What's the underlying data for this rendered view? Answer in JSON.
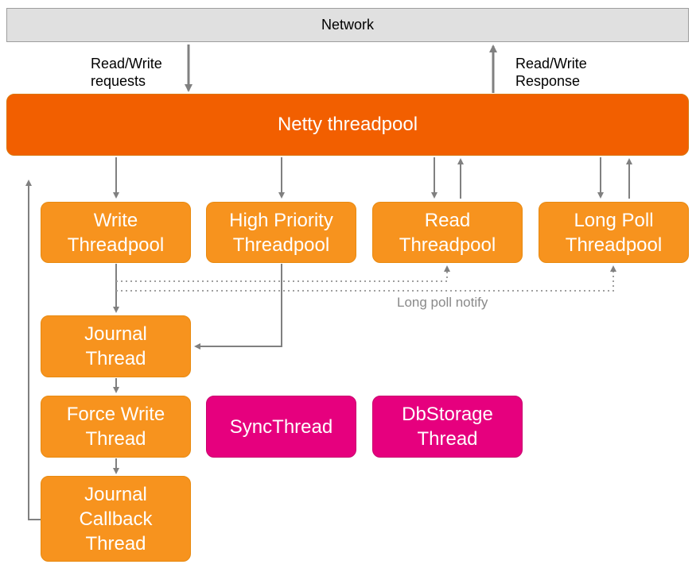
{
  "network": {
    "label": "Network"
  },
  "labels": {
    "requests": "Read/Write\nrequests",
    "response": "Read/Write\nResponse",
    "long_poll_notify": "Long poll notify"
  },
  "netty": {
    "label": "Netty threadpool"
  },
  "pools": {
    "write": "Write\nThreadpool",
    "high_priority": "High Priority\nThreadpool",
    "read": "Read\nThreadpool",
    "long_poll": "Long Poll\nThreadpool"
  },
  "threads": {
    "journal": "Journal\nThread",
    "force_write": "Force Write\nThread",
    "journal_callback": "Journal\nCallback\nThread",
    "sync": "SyncThread",
    "dbstorage": "DbStorage\nThread"
  },
  "colors": {
    "netty": "#f25f00",
    "pool": "#f7931e",
    "magenta": "#e6007e",
    "arrow": "#808080",
    "network_bg": "#e0e0e0"
  }
}
